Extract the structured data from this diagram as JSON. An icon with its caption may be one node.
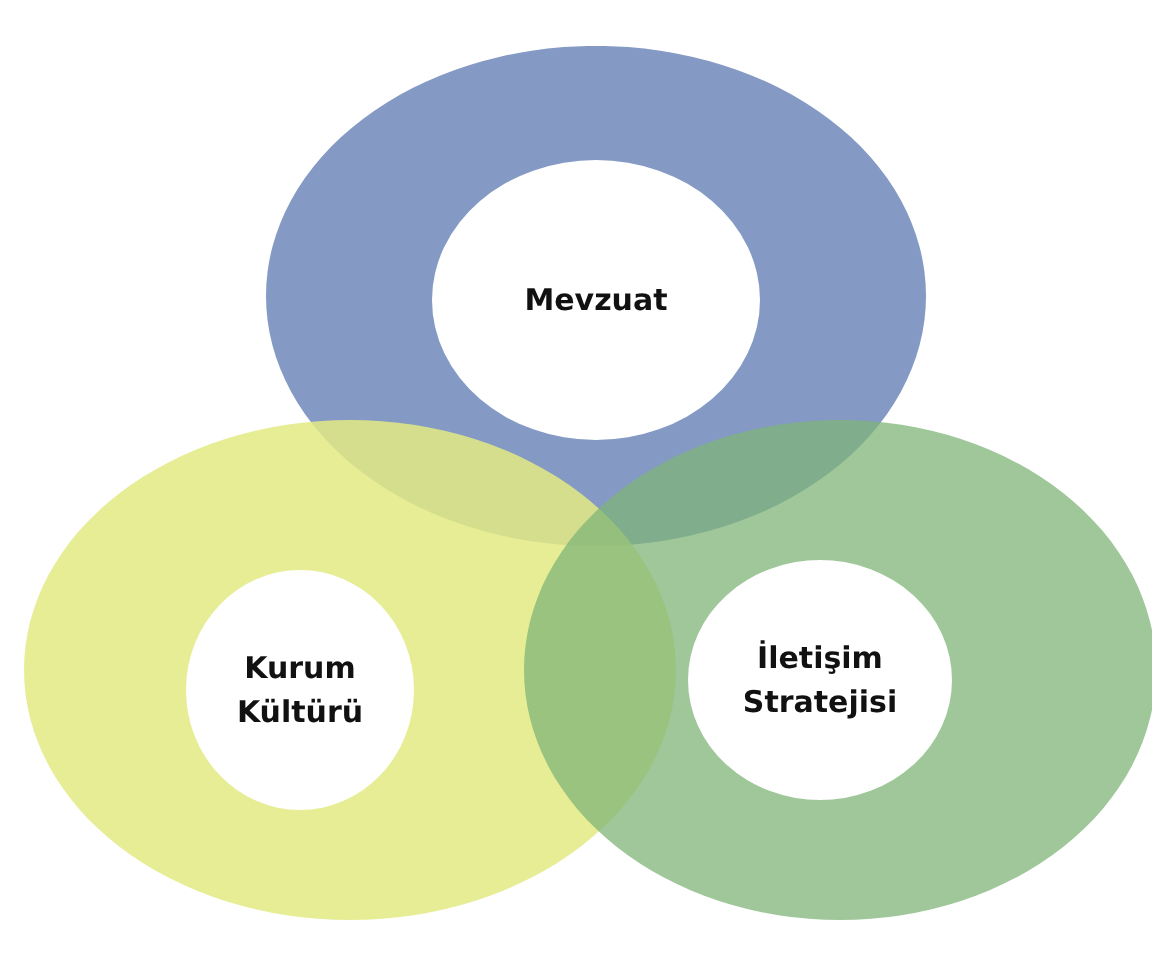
{
  "diagram": {
    "nodes": [
      {
        "text": [
          "Mevzuat"
        ]
      },
      {
        "text": [
          "Kurum Kültürü"
        ]
      },
      {
        "text": [
          "İletişim Stratejisi"
        ]
      }
    ]
  }
}
